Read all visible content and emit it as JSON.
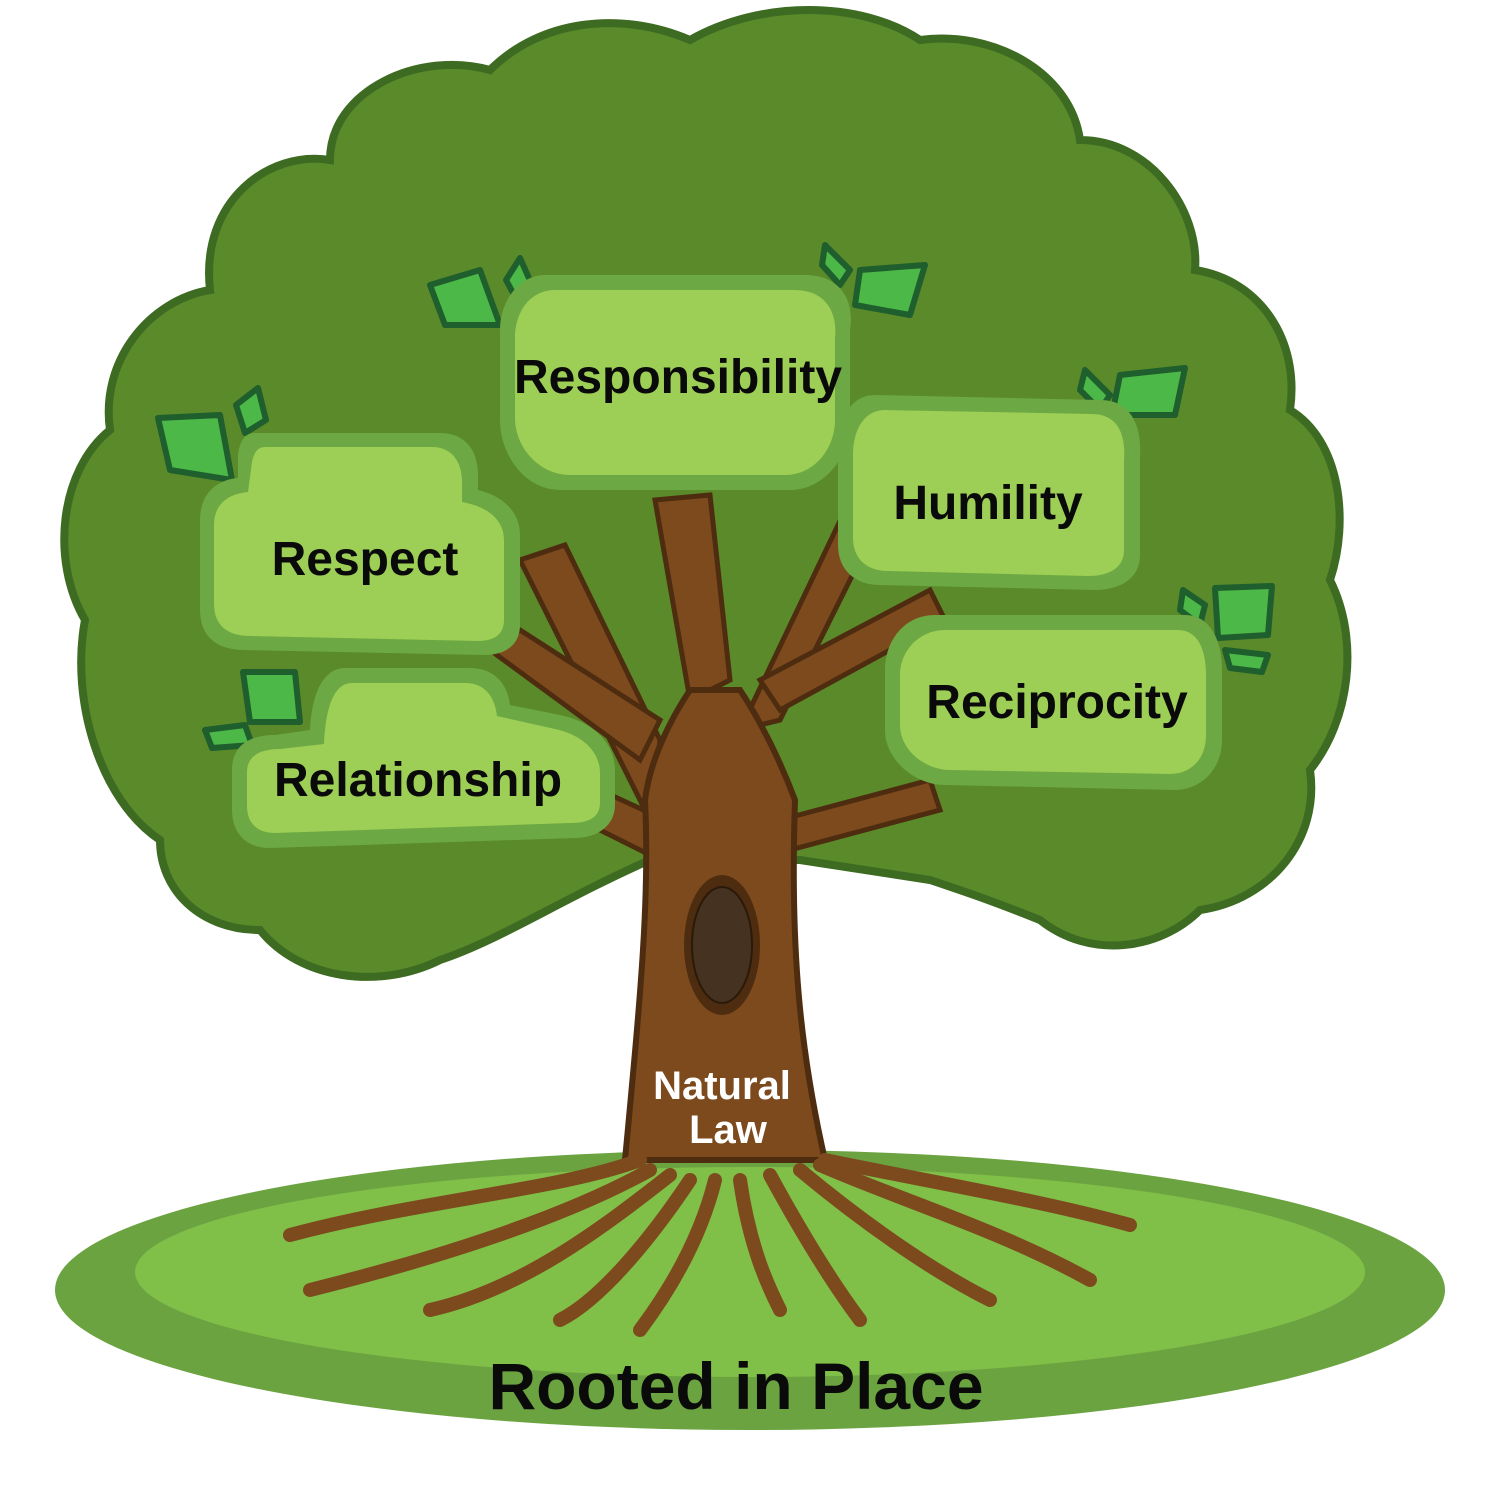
{
  "colors": {
    "canopy": "#5a8a2a",
    "canopy_outline": "#3d6b22",
    "box_outer": "#6ca843",
    "box_inner": "#9dce55",
    "leaf": "#4cb848",
    "leaf_outline": "#1f5e2d",
    "trunk": "#7d4a1e",
    "trunk_outline": "#4e2c10",
    "ground_outer": "#6ba341",
    "ground_inner": "#80bf48"
  },
  "values": {
    "responsibility": "Responsibility",
    "humility": "Humility",
    "respect": "Respect",
    "reciprocity": "Reciprocity",
    "relationship": "Relationship"
  },
  "trunk": {
    "line1": "Natural",
    "line2": "Law"
  },
  "title": "Rooted in Place"
}
